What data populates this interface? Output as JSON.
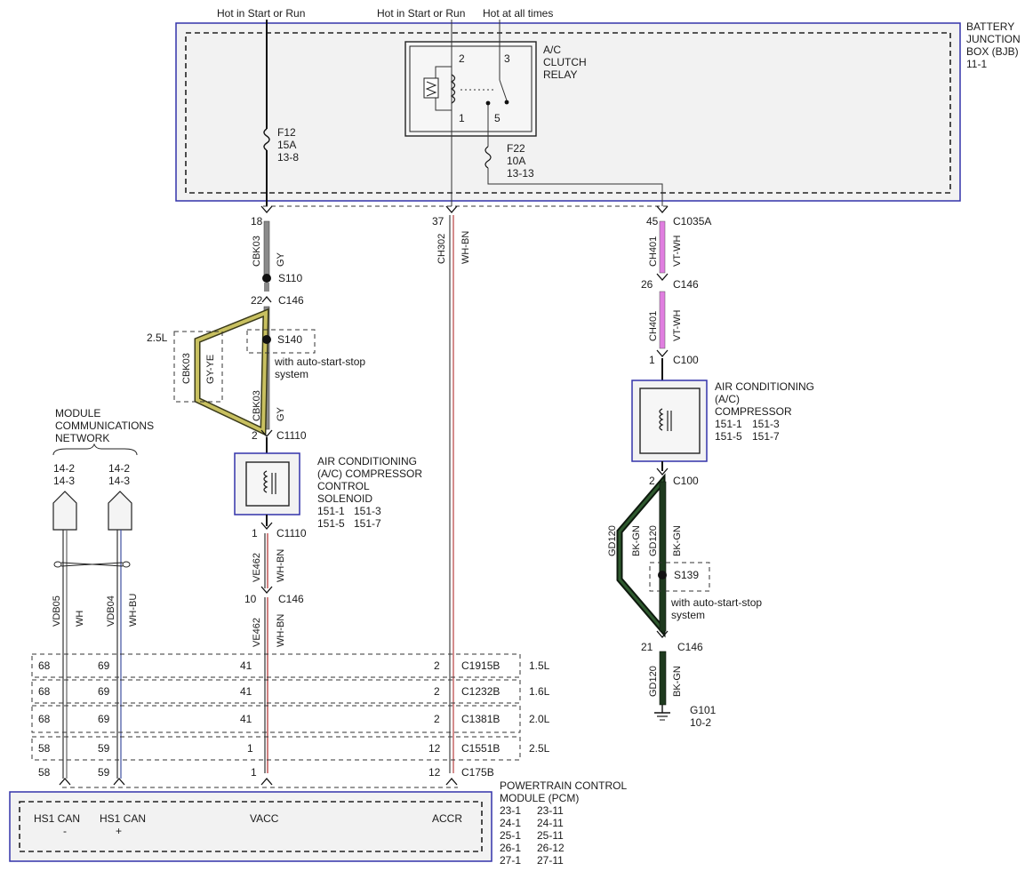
{
  "feeds": {
    "f1": "Hot in Start or Run",
    "f2": "Hot in Start or Run",
    "f3": "Hot at all times"
  },
  "bjb": {
    "line1": "BATTERY",
    "line2": "JUNCTION",
    "line3": "BOX (BJB)",
    "ref": "11-1"
  },
  "relay": {
    "line1": "A/C",
    "line2": "CLUTCH",
    "line3": "RELAY",
    "pin2": "2",
    "pin3": "3",
    "pin1": "1",
    "pin5": "5"
  },
  "fuses": {
    "f12_name": "F12",
    "f12_amp": "15A",
    "f12_ref": "13-8",
    "f22_name": "F22",
    "f22_amp": "10A",
    "f22_ref": "13-13"
  },
  "left": {
    "pin18": "18",
    "cbk03_a": "CBK03",
    "gy_a": "GY",
    "s110": "S110",
    "pin22": "22",
    "c146_a": "C146",
    "s140": "S140",
    "note1": "with auto-start-stop",
    "note2": "system",
    "eng": "2.5L",
    "cbk03_b": "CBK03",
    "gyye": "GY-YE",
    "cbk03_c": "CBK03",
    "gy_b": "GY",
    "pin2": "2",
    "c1110_a": "C1110",
    "pin1": "1",
    "c1110_b": "C1110",
    "ve462_a": "VE462",
    "whbn_a": "WH-BN",
    "pin10": "10",
    "c146_b": "C146",
    "ve462_b": "VE462",
    "whbn_b": "WH-BN"
  },
  "solenoid": {
    "l1": "AIR CONDITIONING",
    "l2": "(A/C) COMPRESSOR",
    "l3": "CONTROL",
    "l4": "SOLENOID",
    "r1a": "151-1",
    "r1b": "151-3",
    "r2a": "151-5",
    "r2b": "151-7"
  },
  "mid": {
    "pin37": "37",
    "ch302": "CH302",
    "whbn": "WH-BN"
  },
  "right": {
    "pin45": "45",
    "c1035a": "C1035A",
    "ch401_a": "CH401",
    "vtwh_a": "VT-WH",
    "pin26": "26",
    "c146_a": "C146",
    "ch401_b": "CH401",
    "vtwh_b": "VT-WH",
    "pin1": "1",
    "c100_a": "C100",
    "pin2": "2",
    "c100_b": "C100",
    "gd120_a": "GD120",
    "bkgn_a": "BK-GN",
    "gd120_b": "GD120",
    "bkgn_b": "BK-GN",
    "s139": "S139",
    "note1": "with auto-start-stop",
    "note2": "system",
    "pin21": "21",
    "c146_b": "C146",
    "gd120_c": "GD120",
    "bkgn_c": "BK-GN",
    "g101": "G101",
    "g101_ref": "10-2"
  },
  "compressor": {
    "l1": "AIR CONDITIONING",
    "l2": "(A/C)",
    "l3": "COMPRESSOR",
    "r1a": "151-1",
    "r1b": "151-3",
    "r2a": "151-5",
    "r2b": "151-7"
  },
  "mcn": {
    "l1": "MODULE",
    "l2": "COMMUNICATIONS",
    "l3": "NETWORK",
    "a1": "14-2",
    "a2": "14-3",
    "b1": "14-2",
    "b2": "14-3",
    "vdb05": "VDB05",
    "wh": "WH",
    "vdb04": "VDB04",
    "whbu": "WH-BU"
  },
  "connector_rows": [
    {
      "c1": "68",
      "c2": "69",
      "c3": "41",
      "c4": "2",
      "conn": "C1915B",
      "eng": "1.5L"
    },
    {
      "c1": "68",
      "c2": "69",
      "c3": "41",
      "c4": "2",
      "conn": "C1232B",
      "eng": "1.6L"
    },
    {
      "c1": "68",
      "c2": "69",
      "c3": "41",
      "c4": "2",
      "conn": "C1381B",
      "eng": "2.0L"
    },
    {
      "c1": "58",
      "c2": "59",
      "c3": "1",
      "c4": "12",
      "conn": "C1551B",
      "eng": "2.5L"
    }
  ],
  "pcm_pins": {
    "p1": "58",
    "p2": "59",
    "p3": "1",
    "p4": "12",
    "conn": "C175B"
  },
  "pcm": {
    "title1": "POWERTRAIN CONTROL",
    "title2": "MODULE (PCM)",
    "refs": [
      [
        "23-1",
        "23-11"
      ],
      [
        "24-1",
        "24-11"
      ],
      [
        "25-1",
        "25-11"
      ],
      [
        "26-1",
        "26-12"
      ],
      [
        "27-1",
        "27-11"
      ]
    ],
    "hs1_can": "HS1 CAN",
    "minus": "-",
    "hs1_can2": "HS1 CAN",
    "plus": "+",
    "vacc": "VACC",
    "accr": "ACCR"
  },
  "colors": {
    "gray_wire": "#8a8a8a",
    "gy_ye_wire": "#c8c060",
    "wh_bn_line": "#b03030",
    "vt_wh_wire": "#e07ee0",
    "bk_gn_wire": "#1e3a1e",
    "module_border": "#3333aa"
  }
}
